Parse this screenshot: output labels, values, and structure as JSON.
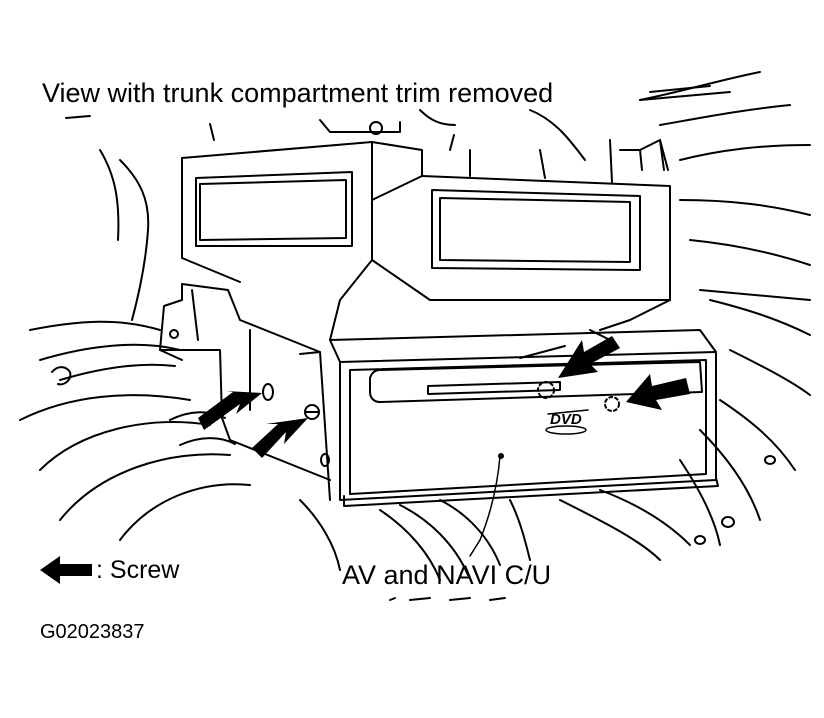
{
  "diagram": {
    "title": "View with trunk compartment trim removed",
    "unit_label": "AV and NAVI C/U",
    "legend": {
      "icon": "arrow-left-icon",
      "text": ": Screw"
    },
    "figure_id": "G02023837",
    "dvd_logo": "DVD",
    "colors": {
      "ink": "#000000",
      "paper": "#ffffff"
    }
  }
}
